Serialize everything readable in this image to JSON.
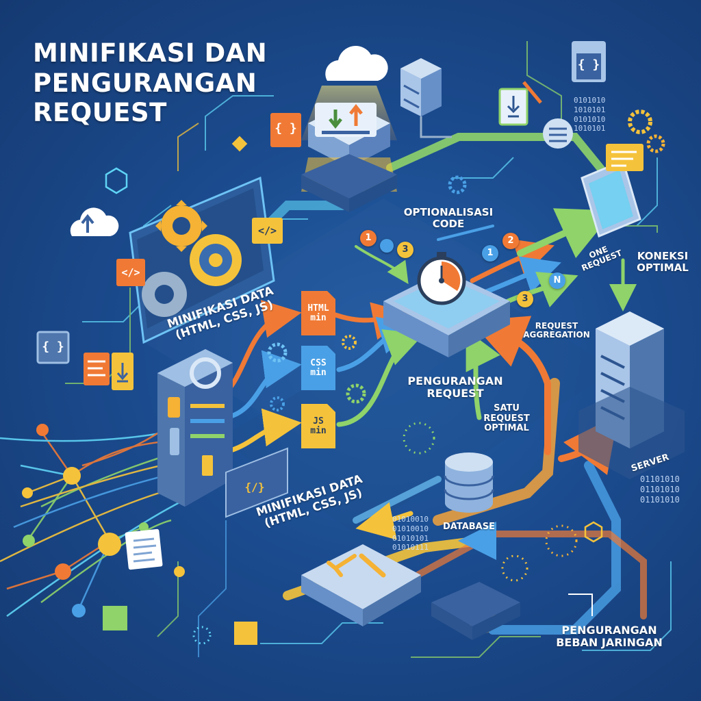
{
  "title": {
    "line1": "MINIFIKASI DAN",
    "line2": "PENGURANGAN",
    "line3": "REQUEST"
  },
  "labels": {
    "optimization": "OPTIONALISASI\nCODE",
    "minify_upper": "MINIFIKASI DATA\n(HTML, CSS, JS)",
    "minify_lower": "MINIFIKASI DATA\n(HTML, CSS, JS)",
    "one_request": "ONE\nREQUEST",
    "koneksi": "KONEKSI\nOPTIMAL",
    "aggregation": "REQUEST\nAGGREGATION",
    "reduction": "PENGURANGAN\nREQUEST",
    "satu_request": "SATU\nREQUEST\nOPTIMAL",
    "server": "SERVER",
    "database": "DATABASE",
    "network": "PENGURANGAN\nBEBAN JARINGAN"
  },
  "files": {
    "html": "HTML\nmin",
    "css": "CSS\nmin",
    "js": "JS\nmin"
  },
  "badges": {
    "b1": "1",
    "b2": "2",
    "b3": "3",
    "bn": "N",
    "s1": "1",
    "s3": "3"
  },
  "binary": {
    "top": "0101010\n1010101\n0101010\n1010101",
    "right": "01101010\n01101010\n01101010",
    "db": "01010010\n01010010\n01010101\n01010111"
  },
  "code_glyphs": {
    "braces": "{ }",
    "tag": "</>",
    "code": "{/}"
  },
  "colors": {
    "background": "#1b4b8e",
    "accent_orange": "#f07a35",
    "accent_green": "#8fd36a",
    "accent_blue": "#4aa0e6",
    "accent_yellow": "#f5c33b",
    "panel": "#2e5f9f",
    "cyan": "#5fd4f5"
  },
  "icons": [
    "cloud-icon",
    "server-rack-icon",
    "gear-icon",
    "stopwatch-icon",
    "database-icon",
    "code-file-icon",
    "download-icon",
    "upload-arrow-icon"
  ]
}
